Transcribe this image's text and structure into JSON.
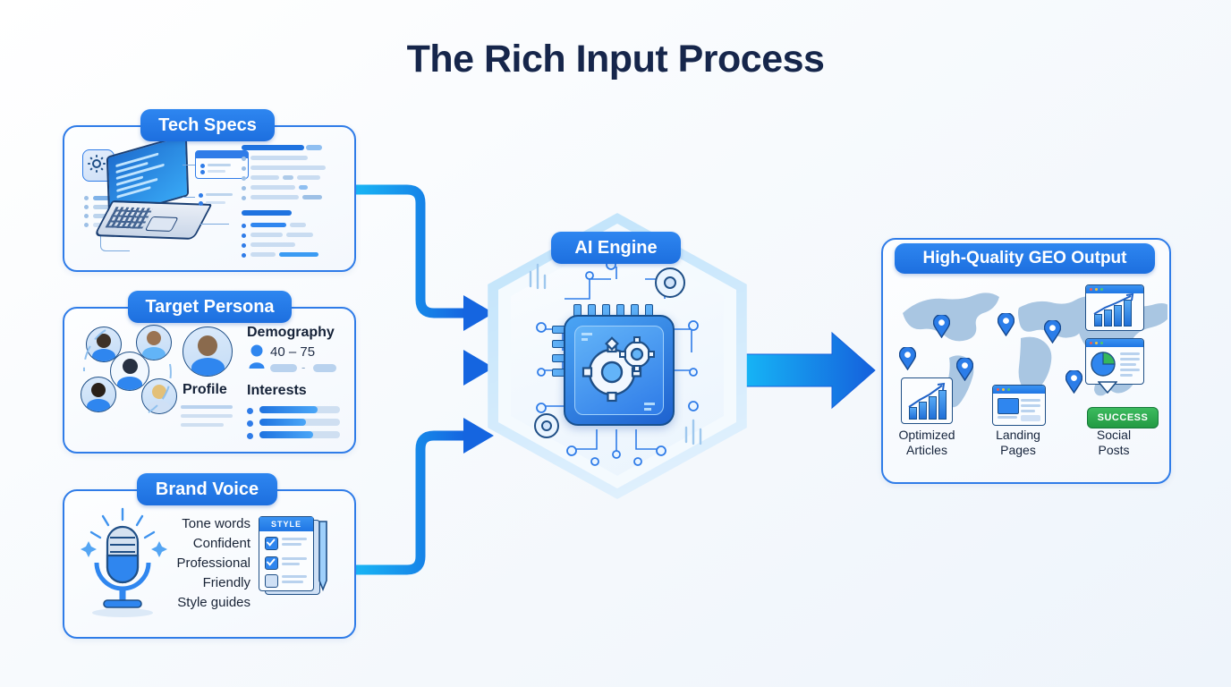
{
  "page": {
    "title": "The Rich Input Process",
    "background_color": "#f7fafd",
    "accent_color": "#2f7ce8",
    "title_color": "#16264b"
  },
  "inputs": [
    {
      "id": "tech-specs",
      "badge": "Tech Specs",
      "icons": [
        "gear-icon",
        "laptop-icon",
        "spec-panel-icon"
      ]
    },
    {
      "id": "target-persona",
      "badge": "Target Persona",
      "profile_label": "Profile",
      "demography_label": "Demography",
      "age_range": "40 – 75",
      "interests_label": "Interests",
      "interest_levels": [
        72,
        58,
        66
      ],
      "icons": [
        "people-group-icon",
        "avatar-icon",
        "person-icon"
      ]
    },
    {
      "id": "brand-voice",
      "badge": "Brand Voice",
      "words": [
        "Tone words",
        "Confident",
        "Professional",
        "Friendly",
        "Style guides"
      ],
      "doc_header": "STYLE",
      "checkboxes": [
        true,
        true,
        false
      ],
      "icons": [
        "microphone-icon",
        "style-document-icon"
      ]
    }
  ],
  "engine": {
    "badge": "AI Engine",
    "icon": "ai-chip-icon"
  },
  "output": {
    "badge": "High-Quality GEO Output",
    "map_icon": "world-map-icon",
    "status_badge": "SUCCESS",
    "status_color": "#229a43",
    "items": [
      {
        "label_line1": "Optimized",
        "label_line2": "Articles",
        "icon": "bar-chart-icon"
      },
      {
        "label_line1": "Landing",
        "label_line2": "Pages",
        "icon": "browser-window-icon"
      },
      {
        "label_line1": "Social",
        "label_line2": "Posts",
        "icon": "pie-chart-bubble-icon"
      }
    ]
  },
  "flow": {
    "input_arrow_count": 3,
    "output_arrow_count": 1,
    "arrow_color_start": "#19b8f5",
    "arrow_color_end": "#1565e0"
  }
}
